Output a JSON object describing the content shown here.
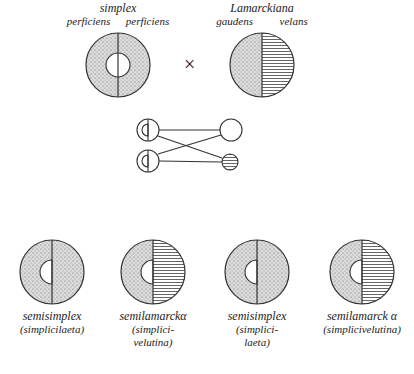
{
  "diagram": {
    "nodes": [
      {
        "text": [
          "simplex",
          "perficiens",
          "perficiens"
        ]
      },
      {
        "text": [
          "Lamarckiana",
          "gaudens",
          "velans"
        ]
      },
      {
        "text": [
          "semisimplex",
          "(simplicilaeta)"
        ]
      },
      {
        "text": [
          "semilamarckα",
          "(simplici- velutina)"
        ]
      },
      {
        "text": [
          "semisimplex",
          "(simplici- laeta)"
        ]
      },
      {
        "text": [
          "semilamarck α",
          "(simplicivelutina)"
        ]
      }
    ],
    "labels": [
      "×"
    ]
  }
}
